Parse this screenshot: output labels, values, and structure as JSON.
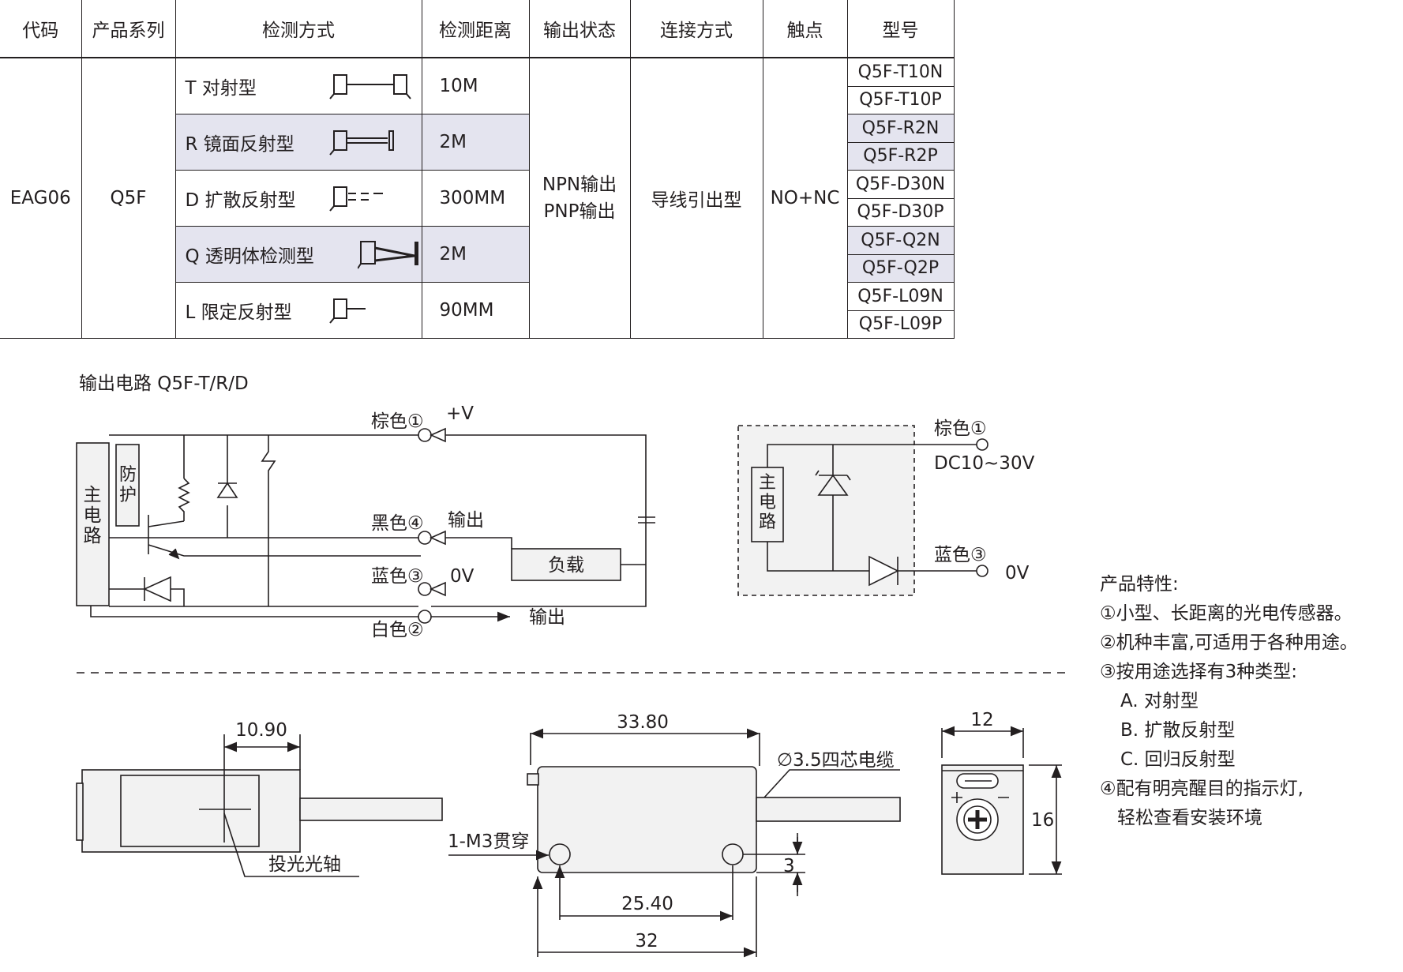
{
  "table": {
    "headers": [
      "代码",
      "产品系列",
      "检测方式",
      "检测距离",
      "输出状态",
      "连接方式",
      "触点",
      "型号"
    ],
    "code": "EAG06",
    "series": "Q5F",
    "methods": [
      {
        "label": "T 对射型",
        "distance": "10M",
        "icon": "through-beam-icon"
      },
      {
        "label": "R 镜面反射型",
        "distance": "2M",
        "icon": "mirror-reflective-icon"
      },
      {
        "label": "D 扩散反射型",
        "distance": "300MM",
        "icon": "diffuse-reflective-icon"
      },
      {
        "label": "Q 透明体检测型",
        "distance": "2M",
        "icon": "transparent-detection-icon"
      },
      {
        "label": "L 限定反射型",
        "distance": "90MM",
        "icon": "limited-reflective-icon"
      }
    ],
    "output_line1": "NPN输出",
    "output_line2": "PNP输出",
    "connection": "导线引出型",
    "contact": "NO+NC",
    "models": [
      "Q5F-T10N",
      "Q5F-T10P",
      "Q5F-R2N",
      "Q5F-R2P",
      "Q5F-D30N",
      "Q5F-D30P",
      "Q5F-Q2N",
      "Q5F-Q2P",
      "Q5F-L09N",
      "Q5F-L09P"
    ]
  },
  "circuit": {
    "title": "输出电路  Q5F-T/R/D",
    "main_circuit_label": "主电路",
    "protect_label": "防护",
    "load_label": "负载",
    "brown_label": "棕色①",
    "plus_v": "+V",
    "black_label": "黑色④",
    "output_label": "输出",
    "blue_label": "蓝色③",
    "zero_v": "0V",
    "white_label": "白色②",
    "output2_label": "输出"
  },
  "circuit2": {
    "main_circuit_label": "主电路",
    "brown_label": "棕色①",
    "dc_range": "DC10~30V",
    "blue_label": "蓝色③",
    "zero_v": "0V"
  },
  "dimensions": {
    "side_width": "10.90",
    "axis_label": "投光光轴",
    "body_length": "33.80",
    "cable": "∅3.5四芯电缆",
    "mount_hole": "1-M3贯穿",
    "hole_offset": "3",
    "hole_pitch": "25.40",
    "base_length": "32",
    "end_width": "12",
    "end_height": "16"
  },
  "features": {
    "title": "产品特性:",
    "items": [
      "①小型、长距离的光电传感器。",
      "②机种丰富,可适用于各种用途。",
      "③按用途选择有3种类型:",
      "A. 对射型",
      "B. 扩散反射型",
      "C. 回归反射型",
      "④配有明亮醒目的指示灯,",
      "轻松查看安装环境"
    ]
  }
}
